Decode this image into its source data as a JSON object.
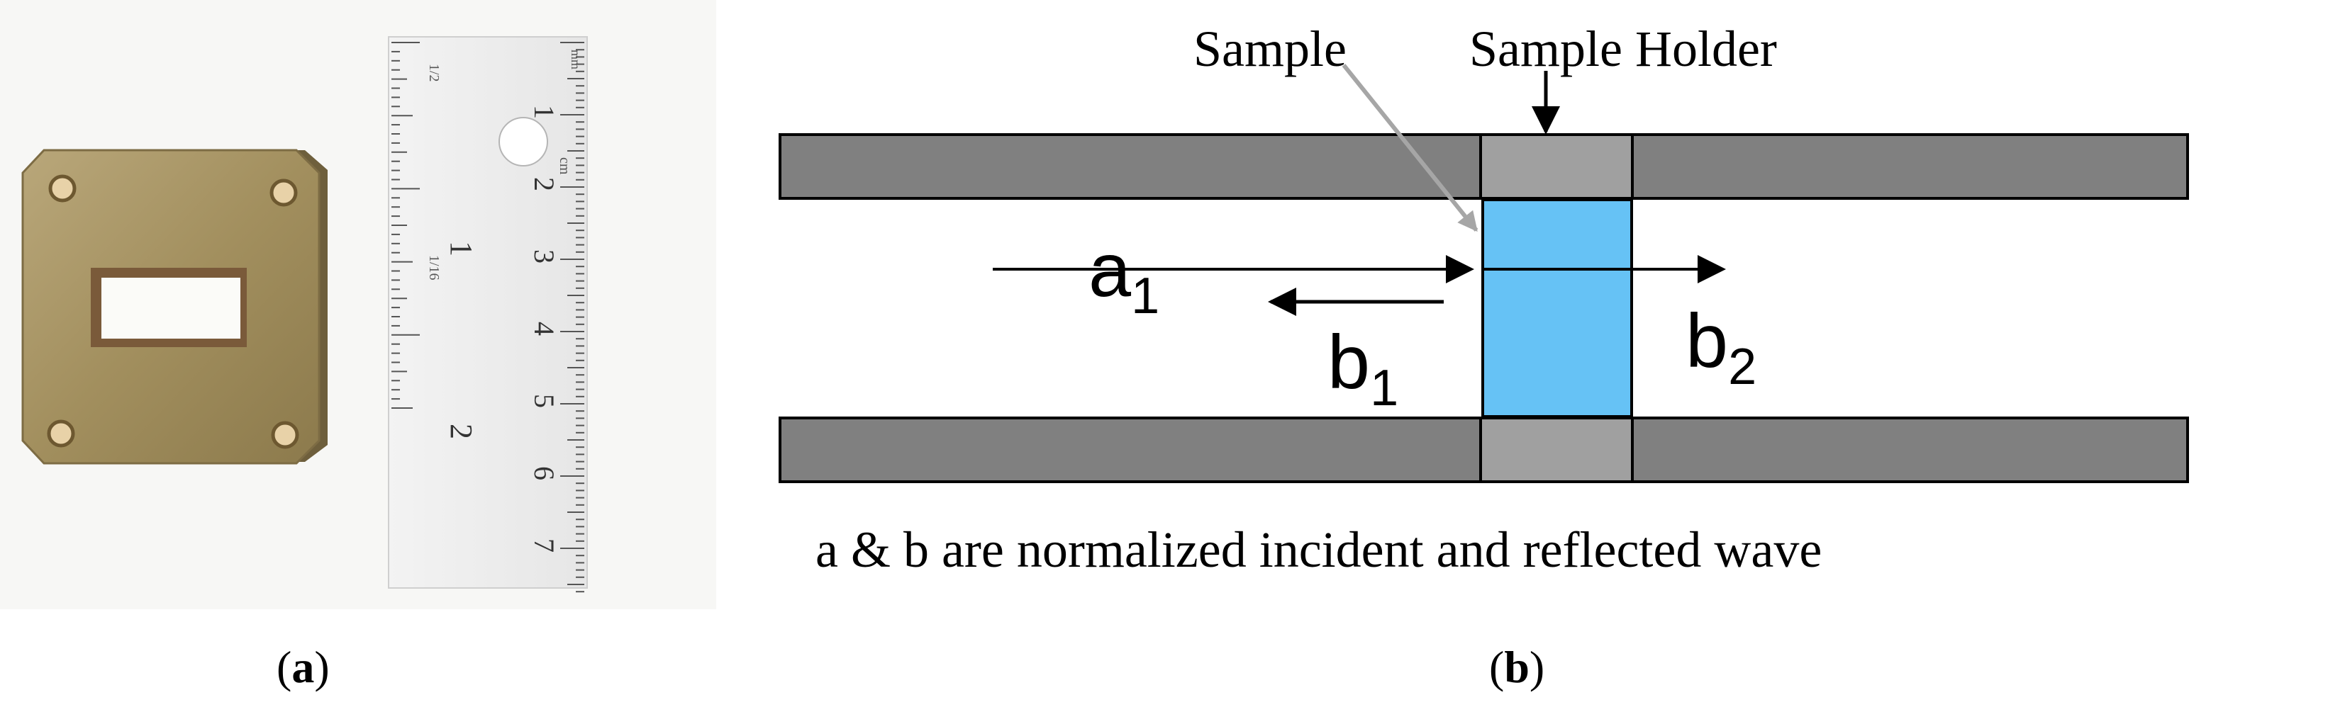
{
  "panel_a": {
    "label": "a",
    "ruler": {
      "inch_labels": [
        "1",
        "2"
      ],
      "inch_sub_labels": [
        "1/2",
        "1/16"
      ],
      "cm_labels": [
        "1",
        "2",
        "3",
        "4",
        "5",
        "6",
        "7"
      ],
      "unit_labels": [
        "cm",
        "mm"
      ]
    }
  },
  "panel_b": {
    "label": "b",
    "sample_label": "Sample",
    "holder_label": "Sample Holder",
    "wave_a1": {
      "base": "a",
      "sub": "1"
    },
    "wave_b1": {
      "base": "b",
      "sub": "1"
    },
    "wave_b2": {
      "base": "b",
      "sub": "2"
    },
    "caption": "a & b are normalized incident and reflected wave",
    "colors": {
      "waveguide_wall": "#808080",
      "holder": "#a0a0a0",
      "sample": "#66c2f5",
      "pointer_arrow": "#a6a6a6",
      "arrows": "#000000"
    }
  }
}
